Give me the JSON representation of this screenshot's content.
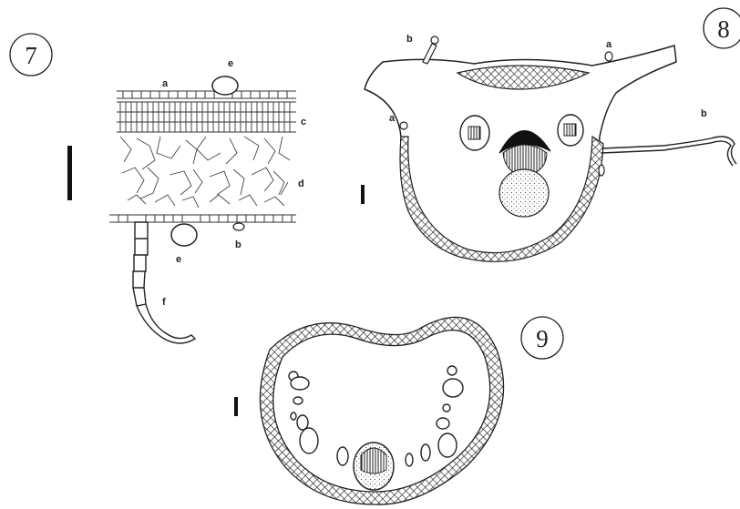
{
  "figures": [
    {
      "number": "7",
      "labels": {
        "a": "a",
        "b": "b",
        "c": "c",
        "d": "d",
        "e_top": "e",
        "e_bottom": "e",
        "f": "f"
      }
    },
    {
      "number": "8",
      "labels": {
        "a_top": "a",
        "a_left": "a",
        "b_top": "b",
        "b_right": "b"
      }
    },
    {
      "number": "9",
      "labels": {}
    }
  ],
  "colors": {
    "ink": "#222222",
    "background": "#ffffff",
    "sclerenchyma_dark": "#111111"
  }
}
